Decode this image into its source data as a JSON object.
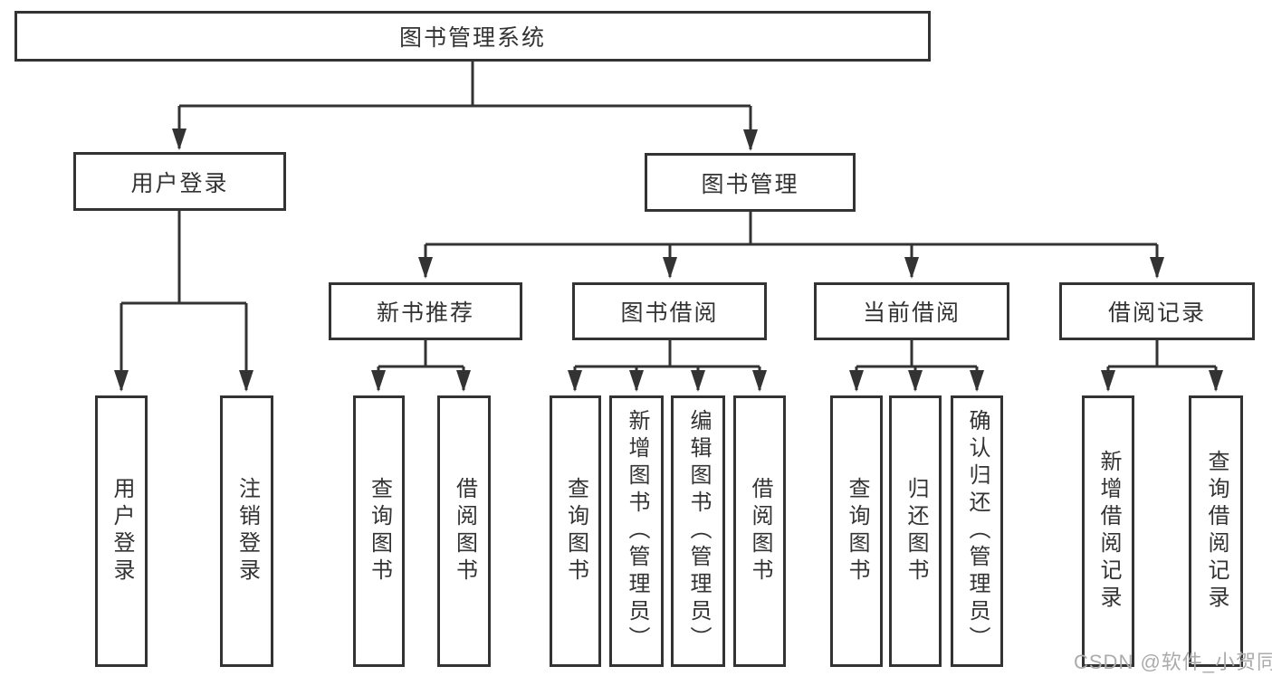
{
  "colors": {
    "line": "#333333",
    "box_border": "#333333",
    "text": "#333333",
    "background": "#ffffff",
    "watermark": "#ababab"
  },
  "watermark": {
    "text": "CSDN @软件_小贺同学"
  },
  "diagram": {
    "type": "hierarchy-tree",
    "root": {
      "label": "图书管理系统"
    },
    "branches": [
      {
        "label": "用户登录",
        "children": [
          {
            "label": "用户登录"
          },
          {
            "label": "注销登录"
          }
        ]
      },
      {
        "label": "图书管理",
        "sections": [
          {
            "label": "新书推荐",
            "children": [
              {
                "label": "查询图书"
              },
              {
                "label": "借阅图书"
              }
            ]
          },
          {
            "label": "图书借阅",
            "children": [
              {
                "label": "查询图书"
              },
              {
                "label": "新增图书（管理员）"
              },
              {
                "label": "编辑图书（管理员）"
              },
              {
                "label": "借阅图书"
              }
            ]
          },
          {
            "label": "当前借阅",
            "children": [
              {
                "label": "查询图书"
              },
              {
                "label": "归还图书"
              },
              {
                "label": "确认归还（管理员）"
              }
            ]
          },
          {
            "label": "借阅记录",
            "children": [
              {
                "label": "新增借阅记录"
              },
              {
                "label": "查询借阅记录"
              }
            ]
          }
        ]
      }
    ]
  }
}
